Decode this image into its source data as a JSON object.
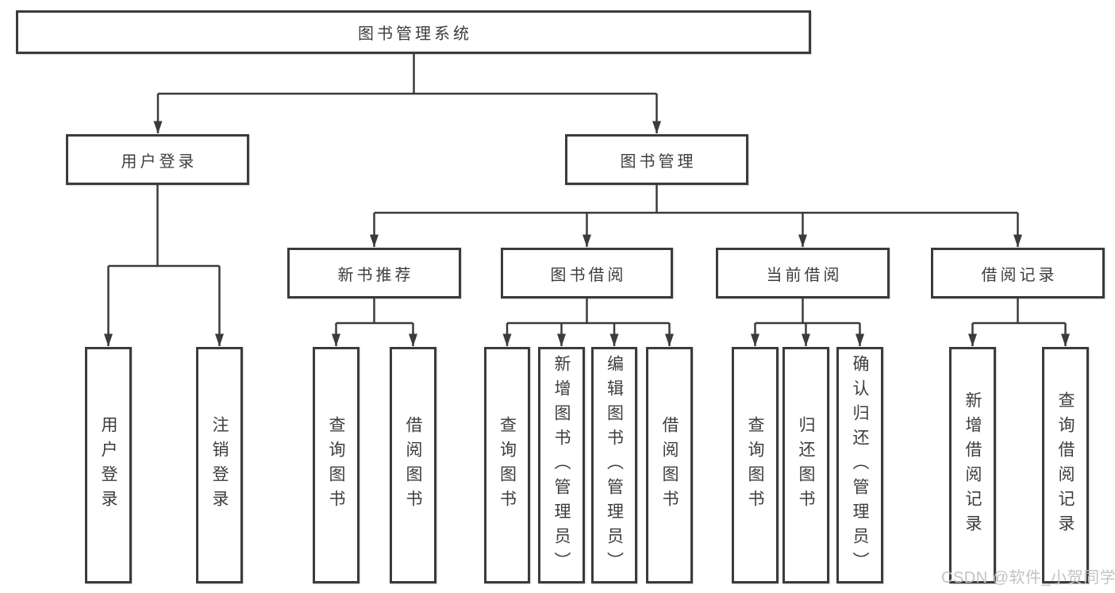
{
  "diagram": {
    "root": {
      "label": "图书管理系统"
    },
    "level1": [
      {
        "label": "用户登录"
      },
      {
        "label": "图书管理"
      }
    ],
    "level2": [
      {
        "label": "新书推荐"
      },
      {
        "label": "图书借阅"
      },
      {
        "label": "当前借阅"
      },
      {
        "label": "借阅记录"
      }
    ],
    "leaves": [
      {
        "label": "用户登录"
      },
      {
        "label": "注销登录"
      },
      {
        "label": "查询图书"
      },
      {
        "label": "借阅图书"
      },
      {
        "label": "查询图书"
      },
      {
        "label": "新增图书（管理员）"
      },
      {
        "label": "编辑图书（管理员）"
      },
      {
        "label": "借阅图书"
      },
      {
        "label": "查询图书"
      },
      {
        "label": "归还图书"
      },
      {
        "label": "确认归还（管理员）"
      },
      {
        "label": "新增借阅记录"
      },
      {
        "label": "查询借阅记录"
      }
    ],
    "watermark": "CSDN @软件_小贺同学",
    "colors": {
      "line": "#3b3b3b",
      "box_border": "#3b3b3b",
      "box_fill": "#ffffff",
      "text": "#3d3d3d",
      "watermark": "#c3c3c3",
      "background": "#ffffff"
    }
  }
}
